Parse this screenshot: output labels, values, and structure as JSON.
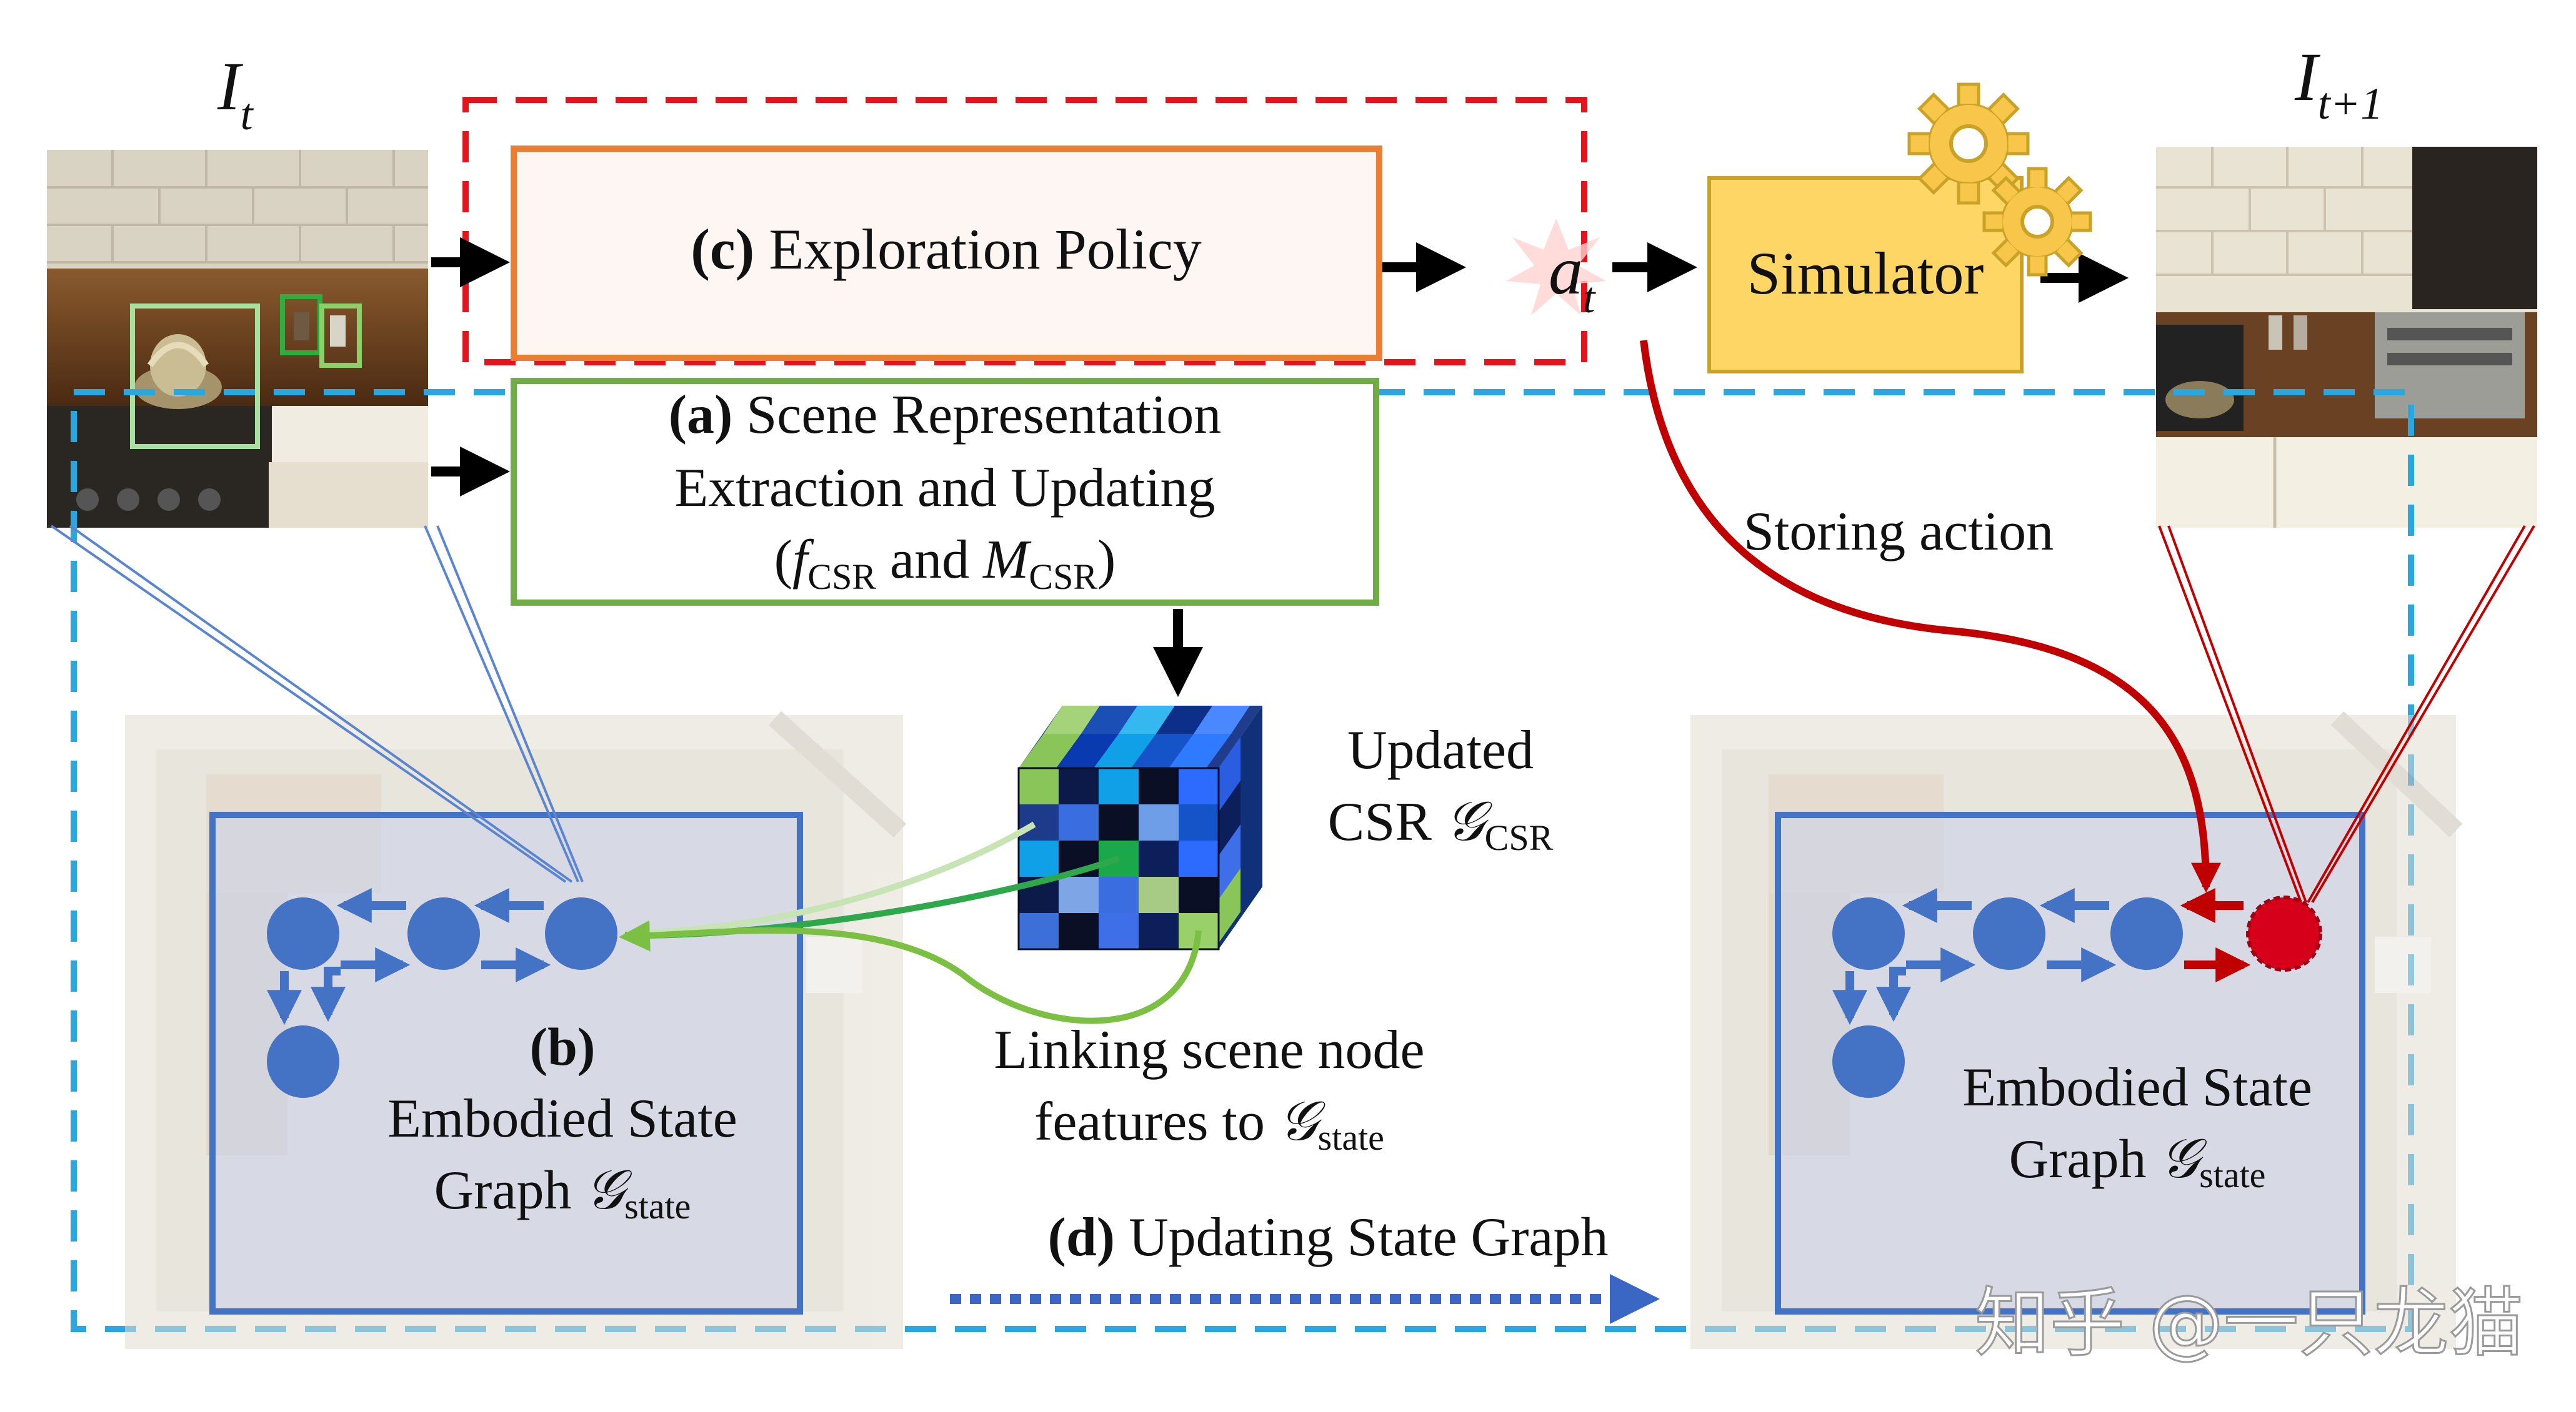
{
  "frame_t": {
    "label": "I",
    "subscript": "t"
  },
  "frame_t1": {
    "label": "I",
    "subscript": "t+1"
  },
  "policy": {
    "tag": "(c)",
    "title": "Exploration Policy"
  },
  "action": {
    "symbol": "a",
    "subscript": "t"
  },
  "simulator": {
    "label": "Simulator"
  },
  "extraction": {
    "tag": "(a)",
    "line1": "Scene Representation",
    "line2": "Extraction and Updating",
    "line3_open": "(",
    "line3_f": "f",
    "line3_f_sub": "CSR",
    "line3_and": " and ",
    "line3_m": "M",
    "line3_m_sub": "CSR",
    "line3_close": ")"
  },
  "csr": {
    "line1": "Updated",
    "line2_prefix": "CSR ",
    "symbol": "𝒢",
    "subscript": "CSR"
  },
  "storing": {
    "label": "Storing action"
  },
  "linking": {
    "line1": "Linking scene node",
    "line2_prefix": "features to ",
    "symbol": "𝒢",
    "subscript": "state"
  },
  "state_left": {
    "tag": "(b)",
    "line1": "Embodied State",
    "line2_prefix": "Graph ",
    "symbol": "𝒢",
    "subscript": "state"
  },
  "state_right": {
    "line1": "Embodied State",
    "line2_prefix": "Graph ",
    "symbol": "𝒢",
    "subscript": "state"
  },
  "update_graph": {
    "tag": "(d)",
    "title": "Updating State Graph"
  },
  "watermark": {
    "text": "知乎 @一只龙猫"
  },
  "colors": {
    "red_dash": "#e3141c",
    "blue_dash": "#2aa7e1",
    "policy_border": "#ed7d31",
    "policy_fill": "#fdf6f3",
    "extraction_border": "#70ad47",
    "simulator_fill": "#fdd665",
    "simulator_border": "#c9a227",
    "graph_node": "#4472c4",
    "graph_box": "#4472c4",
    "storing_arrow": "#c00000",
    "link_green": "#2ea84a"
  }
}
